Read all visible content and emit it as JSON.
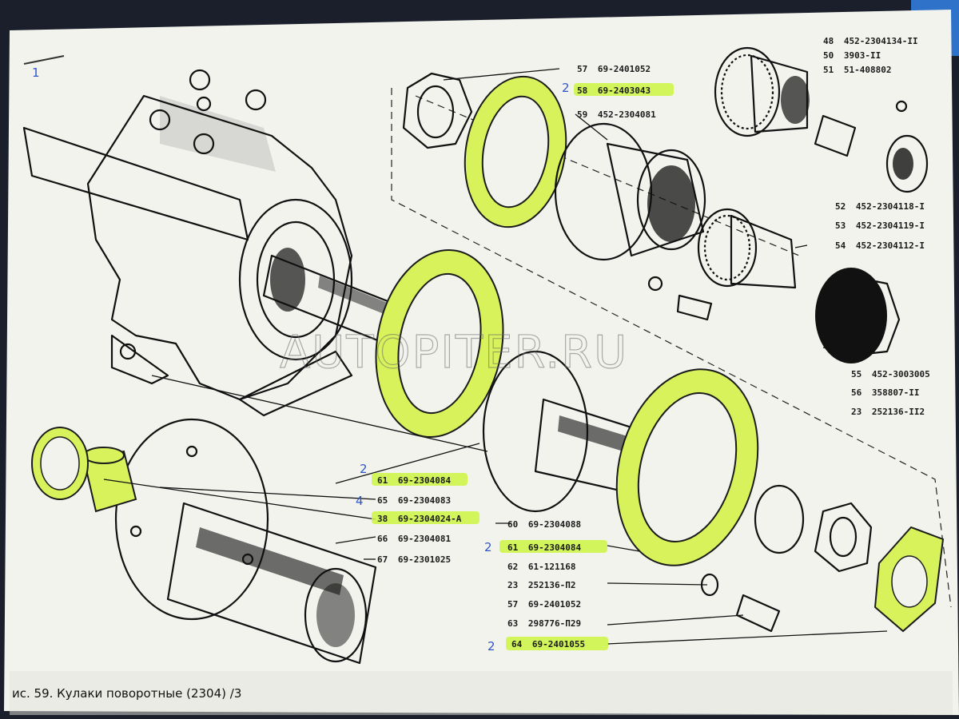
{
  "caption": "ис. 59. Кулаки поворотные (2304) /3",
  "watermark": "AUTOPITER.RU",
  "corner_mark": "1",
  "colors": {
    "highlight": "#ccf542",
    "pen": "#2f55c9",
    "page": "#f3f3ee",
    "background": "#1a1f2b"
  },
  "parts": [
    {
      "num": "57",
      "code": "69-2401052",
      "highlight": false
    },
    {
      "num": "58",
      "code": "69-2403043",
      "highlight": true,
      "note": "2"
    },
    {
      "num": "59",
      "code": "452-2304081",
      "highlight": false
    },
    {
      "num": "48",
      "code": "452-2304134-II",
      "highlight": false
    },
    {
      "num": "50",
      "code": "3903-II",
      "highlight": false
    },
    {
      "num": "51",
      "code": "51-408802",
      "highlight": false
    },
    {
      "num": "52",
      "code": "452-2304118-I",
      "highlight": false
    },
    {
      "num": "53",
      "code": "452-2304119-I",
      "highlight": false
    },
    {
      "num": "54",
      "code": "452-2304112-I",
      "highlight": false
    },
    {
      "num": "55",
      "code": "452-3003005",
      "highlight": false
    },
    {
      "num": "56",
      "code": "358807-II",
      "highlight": false
    },
    {
      "num": "23",
      "code": "252136-II2",
      "highlight": false
    },
    {
      "num": "61",
      "code": "69-2304084",
      "highlight": true,
      "note": "2"
    },
    {
      "num": "65",
      "code": "69-2304083",
      "highlight": false,
      "note": "4"
    },
    {
      "num": "38",
      "code": "69-2304024-А",
      "highlight": true
    },
    {
      "num": "66",
      "code": "69-2304081",
      "highlight": false
    },
    {
      "num": "67",
      "code": "69-2301025",
      "highlight": false
    },
    {
      "num": "60",
      "code": "69-2304088",
      "highlight": false
    },
    {
      "num": "61",
      "code": "69-2304084",
      "highlight": true,
      "note": "2"
    },
    {
      "num": "62",
      "code": "61-121168",
      "highlight": false
    },
    {
      "num": "23",
      "code": "252136-П2",
      "highlight": false
    },
    {
      "num": "57",
      "code": "69-2401052",
      "highlight": false
    },
    {
      "num": "63",
      "code": "298776-П29",
      "highlight": false
    },
    {
      "num": "64",
      "code": "69-2401055",
      "highlight": true,
      "note": "2"
    }
  ]
}
